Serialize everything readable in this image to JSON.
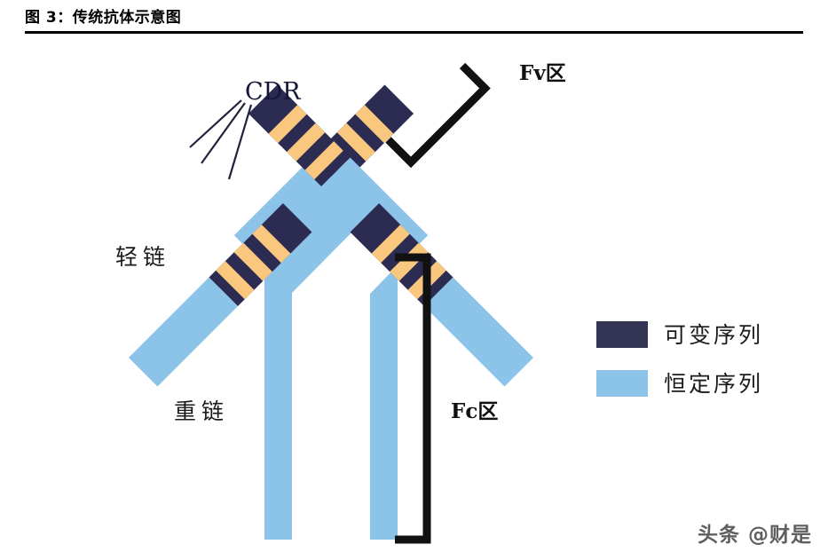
{
  "figure": {
    "title": "图 3：传统抗体示意图",
    "watermark": "头条 @财是"
  },
  "labels": {
    "cdr": "CDR",
    "light_chain": "轻链",
    "heavy_chain": "重链",
    "fv_region": "Fv区",
    "fc_region": "Fc区"
  },
  "legend": {
    "items": [
      {
        "label": "可变序列",
        "color": "#343455"
      },
      {
        "label": "恒定序列",
        "color": "#8cc3e9"
      }
    ]
  },
  "colors": {
    "variable_navy": "#2c2c52",
    "constant_blue": "#8cc3e9",
    "cdr_orange": "#fac77f",
    "bracket_black": "#111111",
    "rule_black": "#000000",
    "text_black": "#1a1a1a"
  },
  "diagram": {
    "description": "Y-shaped immunoglobulin schematic with two heavy chains and two light chains",
    "chains": [
      {
        "name": "heavy-chain-left",
        "type": "heavy",
        "cdr_bands": 3
      },
      {
        "name": "heavy-chain-right",
        "type": "heavy",
        "cdr_bands": 3
      },
      {
        "name": "light-chain-left",
        "type": "light",
        "cdr_bands": 3
      },
      {
        "name": "light-chain-right",
        "type": "light",
        "cdr_bands": 3
      }
    ],
    "cdr_leader_count": 3
  }
}
